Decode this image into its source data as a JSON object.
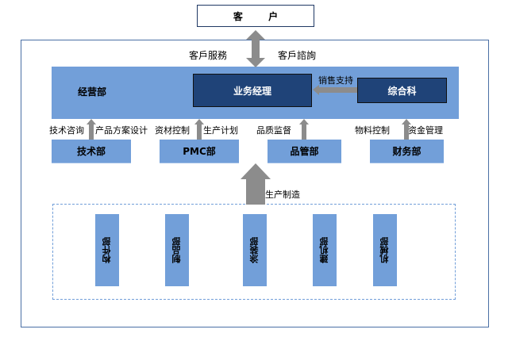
{
  "customer": {
    "label": "客 户"
  },
  "customer_links": {
    "left": "客戶服務",
    "right": "客戶諮詢"
  },
  "business_dept": {
    "label": "经营部",
    "manager": "业务经理",
    "general": "综合科",
    "sales_support": "销售支持"
  },
  "support_depts": [
    {
      "name": "技术部",
      "left_label": "技术咨询",
      "right_label": "产品方案设计"
    },
    {
      "name": "PMC部",
      "left_label": "资材控制",
      "right_label": "生产计划"
    },
    {
      "name": "品管部",
      "left_label": "品质监督",
      "right_label": ""
    },
    {
      "name": "财务部",
      "left_label": "物料控制",
      "right_label": "资金管理"
    }
  ],
  "production_link": "生产制造",
  "production_depts": [
    "构件部",
    "制品部",
    "涂装部",
    "建机部",
    "机械部"
  ],
  "colors": {
    "light_blue": "#729fd9",
    "dark_blue": "#1f4378",
    "arrow_gray": "#8c8c8c",
    "border": "#4a6fa5"
  }
}
